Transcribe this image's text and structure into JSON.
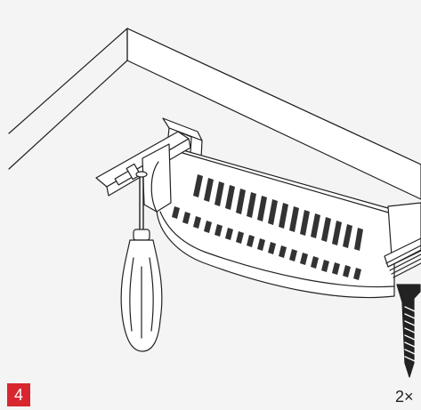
{
  "step": {
    "number": "4"
  },
  "fastener": {
    "quantity_label": "2×"
  },
  "colors": {
    "step_badge": "#d8262e",
    "line": "#222222",
    "ceiling_fill": "#f4f4f4",
    "part_fill": "#ffffff"
  },
  "icons": {
    "tool": "screwdriver-icon",
    "fastener": "screw-icon",
    "part": "light-fixture"
  }
}
